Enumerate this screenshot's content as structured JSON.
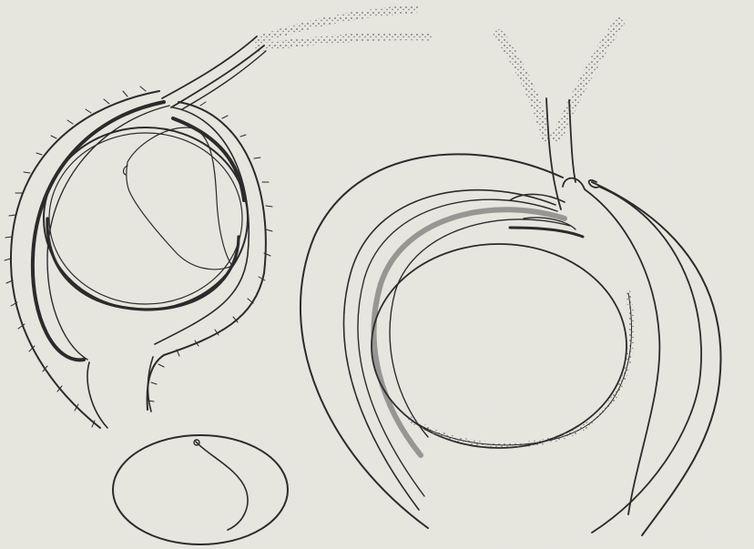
{
  "plate": {
    "figures": [
      "ovule-left-section",
      "seed-small",
      "ovule-right-section"
    ],
    "colors": {
      "paper": "#e7e6df",
      "ink": "#2b2b2b",
      "ink_light": "#555555",
      "stipple": "#6b6b6b"
    }
  }
}
